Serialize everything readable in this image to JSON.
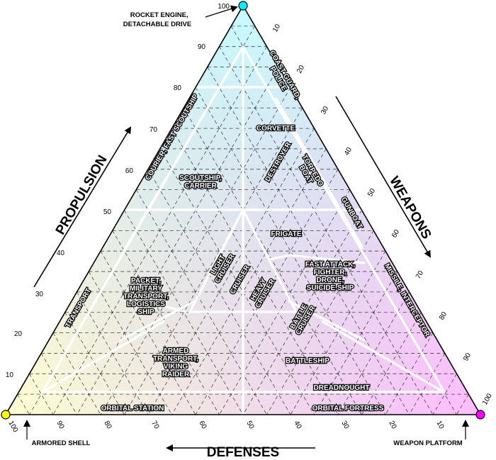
{
  "axes": {
    "propulsion": "PROPULSION",
    "weapons": "WEAPONS",
    "defenses": "DEFENSES"
  },
  "ticks": [
    "10",
    "20",
    "30",
    "40",
    "50",
    "60",
    "70",
    "80",
    "90",
    "100"
  ],
  "corners": {
    "top": "ROCKET ENGINE, DETACHABLE DRIVE",
    "bottom_left": "ARMORED SHELL",
    "bottom_right": "WEAPON PLATFORM"
  },
  "regions": {
    "coast_guard": "COAST GUARD, POLICE",
    "courier": "COURIER, FAST SCOUTSHIP",
    "corvette": "CORVETTE",
    "destroyer": "DESTROYER",
    "torpedo_boat": "TORPEDO BOAT",
    "scoutship": "SCOUTSHIP, CARRIER",
    "gunboat": "GUNBOAT",
    "frigate": "FRIGATE",
    "light_cruiser": "LIGHT CRUISER",
    "cruiser": "CRUISER",
    "heavy_cruiser": "HEAVY CRUISER",
    "fast_attack": "FAST ATTACK, FIGHTER, DRONE, SUICIDE SHIP",
    "packet": "PACKET, MILITARY TRANSPORT, LOGISTICS SHIP",
    "missile": "MISSILE, INTERCEPTOR",
    "transport": "TRANSPORT",
    "battle_cruiser": "BATTLE CRUISER",
    "armed_transport": "ARMED TRANSPORT, VIKING RAIDER",
    "battleship": "BATTLESHIP",
    "dreadnought": "DREADNOUGHT",
    "orbital_station": "ORBITAL STATION",
    "orbital_fortress": "ORBITAL FORTRESS"
  },
  "colors": {
    "propulsion_corner": "#00f0ff",
    "defenses_corner": "#ffff00",
    "weapons_corner": "#ff00ff"
  }
}
